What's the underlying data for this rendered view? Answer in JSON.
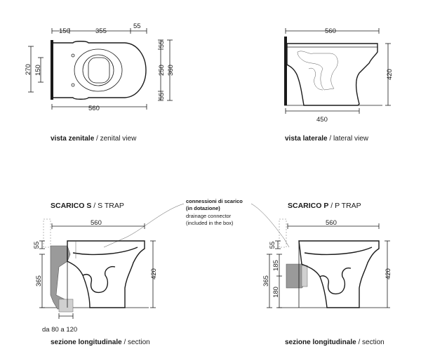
{
  "zenital": {
    "dims_top": [
      "150",
      "355",
      "55"
    ],
    "dim_bottom": "560",
    "dims_left": [
      "270",
      "150"
    ],
    "dims_right": [
      "55",
      "250",
      "55"
    ],
    "dim_right_total": "360",
    "caption_bold": "vista zenitale",
    "caption_sep": " / ",
    "caption_light": "zenital view"
  },
  "lateral": {
    "dim_top": "560",
    "dim_height": "420",
    "dim_bottom": "450",
    "caption_bold": "vista laterale",
    "caption_sep": " / ",
    "caption_light": "lateral view"
  },
  "note": {
    "line1": "connessioni di scarico",
    "line2": "(in dotazione)",
    "line3": "drainage connector",
    "line4": "(included in the box)"
  },
  "s_trap": {
    "heading_bold": "SCARICO S",
    "heading_sep": " / ",
    "heading_light": "S TRAP",
    "dim_top": "560",
    "dim_height": "420",
    "dims_left": [
      "55",
      "365"
    ],
    "dim_below": "da 80 a 120",
    "caption_bold": "sezione longitudinale",
    "caption_sep": " / ",
    "caption_light": "section"
  },
  "p_trap": {
    "heading_bold": "SCARICO P",
    "heading_sep": " / ",
    "heading_light": "P TRAP",
    "dim_top": "560",
    "dim_height": "420",
    "dims_left": [
      "55",
      "365"
    ],
    "dims_inner": [
      "185",
      "180"
    ],
    "caption_bold": "sezione longitudinale",
    "caption_sep": " / ",
    "caption_light": "section"
  }
}
